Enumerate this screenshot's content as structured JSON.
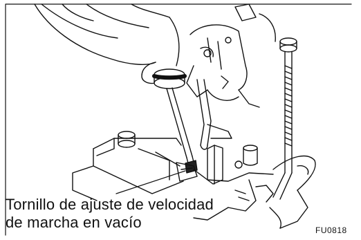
{
  "diagram": {
    "callout": {
      "line1": "Tornillo de ajuste de velocidad",
      "line2": "de marcha en vacío"
    },
    "figure_code": "FU0818",
    "ink_color": "#111111",
    "background_color": "#ffffff"
  }
}
